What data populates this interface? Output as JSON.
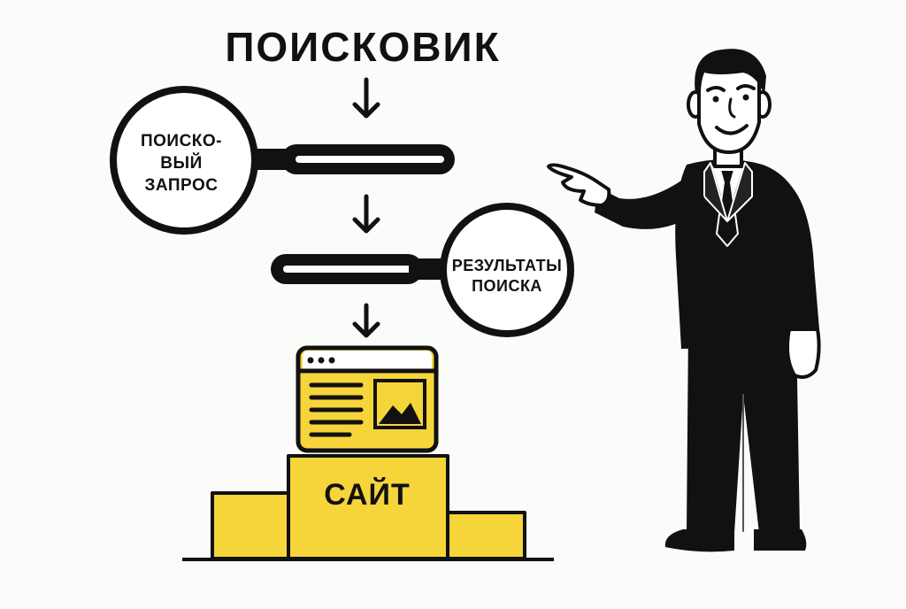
{
  "title": "ПОИСКОВИК",
  "search_query": {
    "line1": "ПОИСКО-",
    "line2": "ВЫЙ",
    "line3": "ЗАПРОС"
  },
  "search_results": {
    "line1": "РЕЗУЛЬТАТЫ",
    "line2": "ПОИСКА"
  },
  "site": "САЙТ",
  "colors": {
    "background": "#fbfbf9",
    "ink": "#111111",
    "accent_yellow": "#f6d53b",
    "skin": "#ffffff"
  },
  "icons": [
    "down-arrow-icon",
    "magnifier-icon",
    "browser-window-icon",
    "image-icon",
    "podium-icon",
    "businessman-illustration"
  ]
}
